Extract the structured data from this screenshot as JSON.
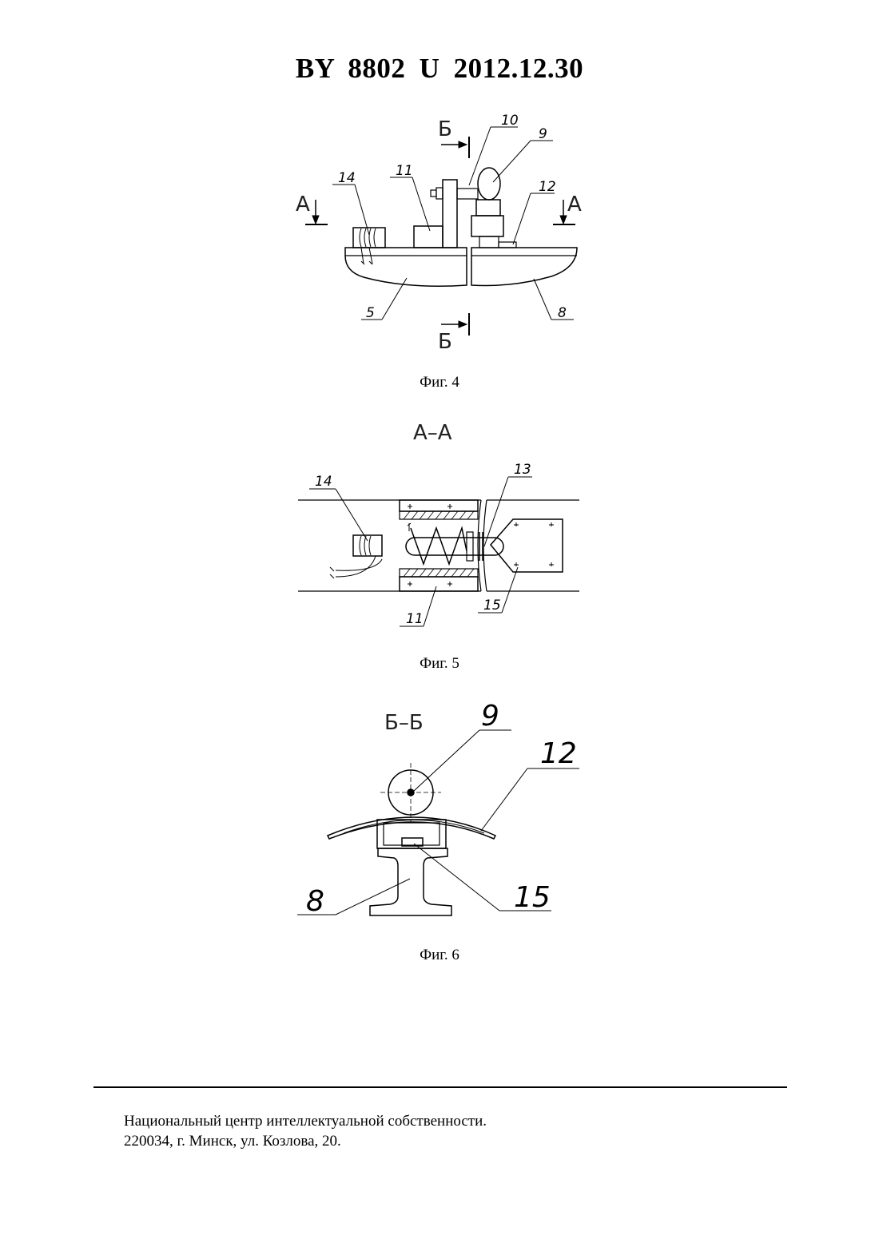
{
  "header": {
    "doc_id": "BY  8802  U  2012.12.30"
  },
  "fig4": {
    "caption": "Фиг. 4",
    "section_b_top": "Б",
    "section_b_bottom": "Б",
    "section_a_left": "А",
    "section_a_right": "А",
    "callouts": {
      "c10": "10",
      "c9": "9",
      "c11": "11",
      "c14": "14",
      "c12": "12",
      "c5": "5",
      "c8": "8"
    }
  },
  "fig5": {
    "caption": "Фиг. 5",
    "section_title": "А–А",
    "callouts": {
      "c14": "14",
      "c13": "13",
      "c11": "11",
      "c15": "15"
    }
  },
  "fig6": {
    "caption": "Фиг. 6",
    "section_title": "Б–Б",
    "callouts": {
      "c9": "9",
      "c12": "12",
      "c8": "8",
      "c15": "15"
    }
  },
  "footer": {
    "line1": "Национальный центр интеллектуальной собственности.",
    "line2": "220034, г. Минск, ул. Козлова, 20."
  }
}
